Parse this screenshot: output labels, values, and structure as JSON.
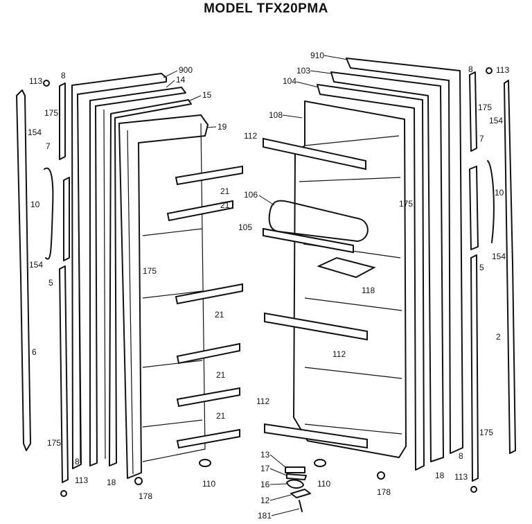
{
  "title": "MODEL TFX20PMA",
  "labels": {
    "l900": "900",
    "l14": "14",
    "l15": "15",
    "l19": "19",
    "l113a": "113",
    "l8a": "8",
    "l175a": "175",
    "l154a": "154",
    "l7a": "7",
    "l10a": "10",
    "l154b": "154",
    "l5a": "5",
    "l6": "6",
    "l21a": "21",
    "l21b": "21",
    "l21c": "21",
    "l21d": "21",
    "l21e": "21",
    "l175b": "175",
    "l175c": "175",
    "l8b": "8",
    "l113b": "113",
    "l18a": "18",
    "l178a": "178",
    "l110a": "110",
    "l910": "910",
    "l103": "103",
    "l104": "104",
    "l108": "108",
    "l112a": "112",
    "l106": "106",
    "l105": "105",
    "l175d": "175",
    "l118": "118",
    "l112b": "112",
    "l112c": "112",
    "l13": "13",
    "l17": "17",
    "l16": "16",
    "l12": "12",
    "l181": "181",
    "l110b": "110",
    "l178b": "178",
    "l18b": "18",
    "l8c": "8",
    "l113c": "113",
    "l175e": "175",
    "l154c": "154",
    "l7b": "7",
    "l10b": "10",
    "l154d": "154",
    "l5b": "5",
    "l2": "2",
    "l175f": "175",
    "l8d": "8",
    "l113d": "113"
  }
}
